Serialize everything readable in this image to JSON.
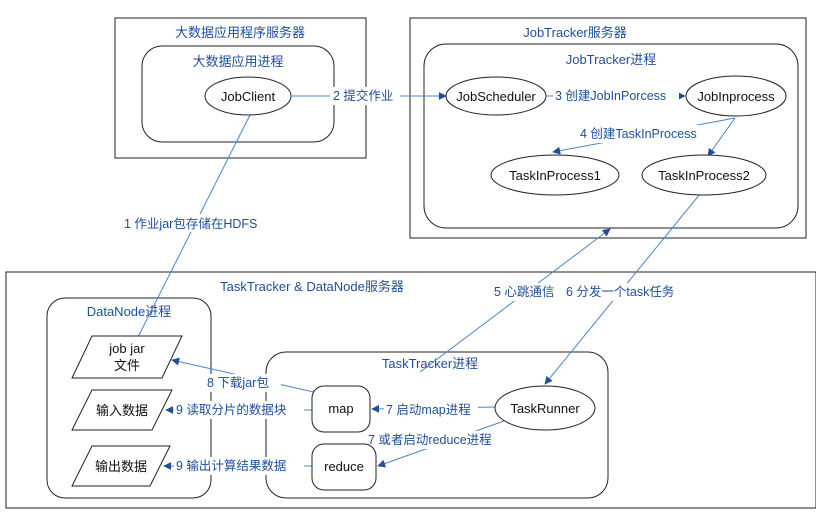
{
  "containers": {
    "bigdata_server": "大数据应用程序服务器",
    "bigdata_process": "大数据应用进程",
    "jobtracker_server": "JobTracker服务器",
    "jobtracker_process": "JobTracker进程",
    "tasktracker_server": "TaskTracker & DataNode服务器",
    "datanode_process": "DataNode进程",
    "tasktracker_process": "TaskTracker进程"
  },
  "nodes": {
    "jobclient": "JobClient",
    "jobscheduler": "JobScheduler",
    "jobinprocess": "JobInprocess",
    "taskinprocess1": "TaskInProcess1",
    "taskinprocess2": "TaskInProcess2",
    "taskrunner": "TaskRunner",
    "map": "map",
    "reduce": "reduce",
    "jobjar_line1": "job jar",
    "jobjar_line2": "文件",
    "input_data": "输入数据",
    "output_data": "输出数据"
  },
  "edges": {
    "e1": "1 作业jar包存储在HDFS",
    "e2": "2 提交作业",
    "e3": "3 创建JobInPorcess",
    "e4": "4 创建TaskInProcess",
    "e5": "5 心跳通信",
    "e6": "6 分发一个task任务",
    "e7a": "7 启动map进程",
    "e7b": "7 或者启动reduce进程",
    "e8": "8 下载jar包",
    "e9a": "9 读取分片的数据块",
    "e9b": "9 输出计算结果数据"
  },
  "colors": {
    "edge": "#4a86c8",
    "label": "#1f4e9a",
    "stroke": "#222222"
  }
}
